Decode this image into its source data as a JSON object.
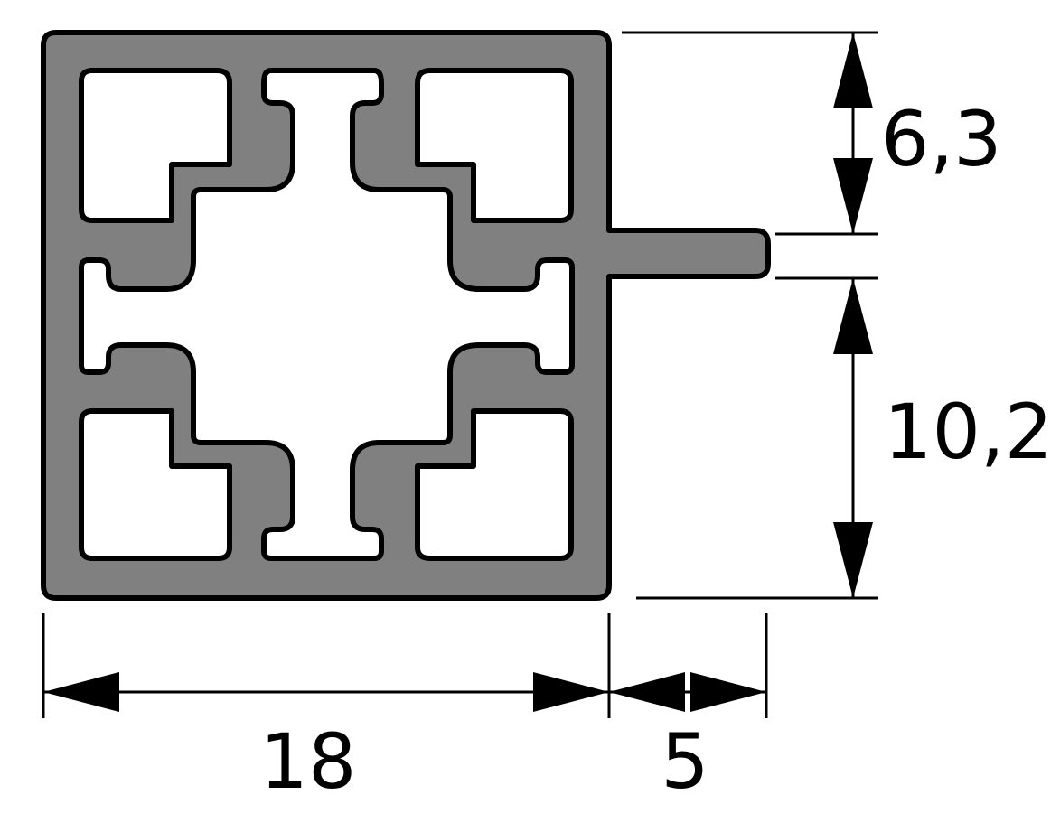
{
  "colors": {
    "profile_fill": "#808080",
    "outline": "#000000",
    "cavity": "#ffffff",
    "background": "#ffffff"
  },
  "dimensions": {
    "width": "18",
    "fin_length": "5",
    "upper_height": "6,3",
    "lower_height": "10,2"
  }
}
